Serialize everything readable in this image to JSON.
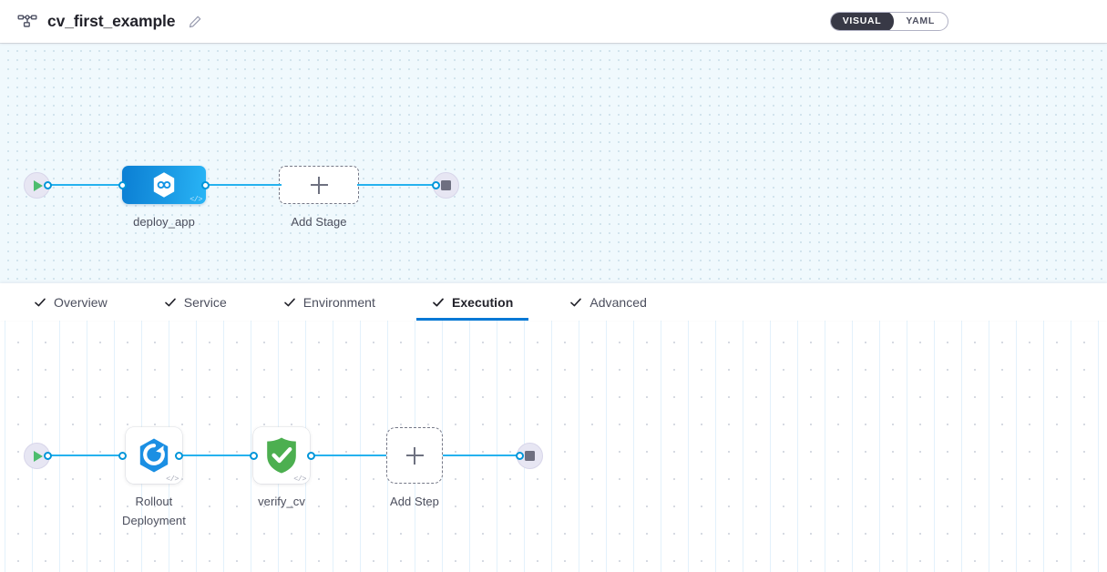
{
  "header": {
    "pipeline_icon": "pipeline-nodes-icon",
    "title": "cv_first_example",
    "edit_icon": "pencil-edit-icon",
    "view_toggle": {
      "options": [
        "VISUAL",
        "YAML"
      ],
      "selected": "VISUAL"
    }
  },
  "stage_canvas": {
    "start_node": {
      "icon": "play-icon",
      "label": ""
    },
    "nodes": [
      {
        "id": "deploy_app",
        "label": "deploy_app",
        "icon": "harness-cd-hexagon-icon",
        "badge": "</>",
        "type": "stage",
        "selected": true
      },
      {
        "id": "add_stage",
        "label": "Add Stage",
        "icon": "plus-icon",
        "type": "add-placeholder"
      }
    ],
    "end_node": {
      "icon": "stop-square-icon",
      "label": ""
    }
  },
  "tabs": {
    "items": [
      {
        "label": "Overview",
        "icon": "check-icon",
        "active": false
      },
      {
        "label": "Service",
        "icon": "check-icon",
        "active": false
      },
      {
        "label": "Environment",
        "icon": "check-icon",
        "active": false
      },
      {
        "label": "Execution",
        "icon": "check-icon",
        "active": true
      },
      {
        "label": "Advanced",
        "icon": "check-icon",
        "active": false
      }
    ],
    "active": "Execution"
  },
  "step_canvas": {
    "start_node": {
      "icon": "play-icon",
      "label": ""
    },
    "nodes": [
      {
        "id": "rollout_deployment",
        "label": "Rollout\nDeployment",
        "icon": "k8s-rollout-hexagon-icon",
        "badge": "</>",
        "type": "step"
      },
      {
        "id": "verify_cv",
        "label": "verify_cv",
        "icon": "green-shield-check-icon",
        "badge": "</>",
        "type": "step"
      },
      {
        "id": "add_step",
        "label": "Add Step",
        "icon": "plus-icon",
        "type": "add-placeholder"
      }
    ],
    "end_node": {
      "icon": "stop-square-icon",
      "label": ""
    }
  },
  "colors": {
    "accent_blue": "#0278d5",
    "link_blue": "#26b2ee",
    "stage_gradient_from": "#0b7fd4",
    "stage_gradient_to": "#29b5f6",
    "toggle_active_bg": "#383946",
    "verify_green": "#4caf50",
    "play_green": "#4dbd6e",
    "canvas_stage_bg": "#f0f9fd",
    "canvas_step_bg": "#ffffff",
    "text_primary": "#22222a",
    "text_secondary": "#4b4e5d"
  }
}
